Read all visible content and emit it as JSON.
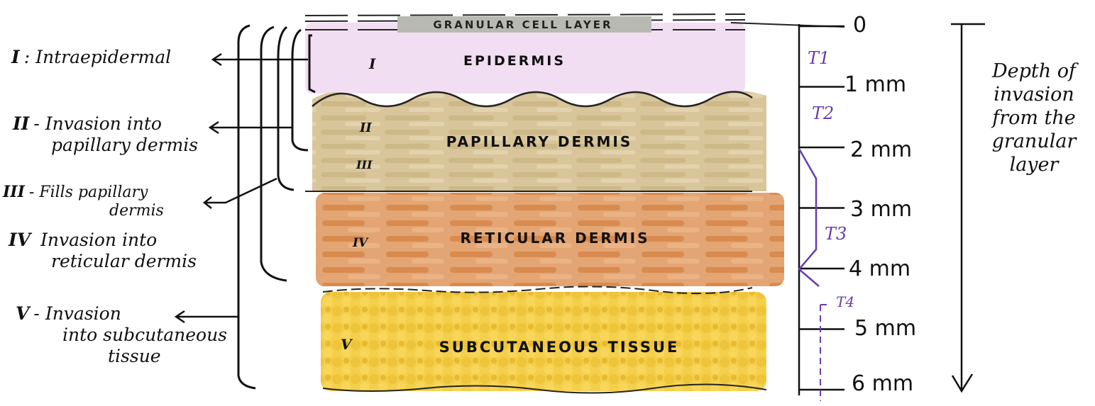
{
  "layers": {
    "granular": "GRANULAR CELL LAYER",
    "epidermis": "EPIDERMIS",
    "papillary": "PAPILLARY DERMIS",
    "reticular": "RETICULAR DERMIS",
    "subcutaneous": "SUBCUTANEOUS TISSUE"
  },
  "layer_marks": {
    "i": "I",
    "ii": "II",
    "iii": "III",
    "iv": "IV",
    "v": "V"
  },
  "levels": [
    {
      "numeral": "I",
      "sep": ":",
      "lines": [
        "Intraepidermal"
      ]
    },
    {
      "numeral": "II",
      "sep": "-",
      "lines": [
        "Invasion into",
        "papillary dermis"
      ]
    },
    {
      "numeral": "III",
      "sep": "-",
      "lines": [
        "Fills papillary",
        "dermis"
      ]
    },
    {
      "numeral": "IV",
      "sep": "",
      "lines": [
        "Invasion into",
        "reticular dermis"
      ]
    },
    {
      "numeral": "V",
      "sep": "-",
      "lines": [
        "Invasion",
        "into subcutaneous",
        "tissue"
      ]
    }
  ],
  "depth_ticks": [
    "0",
    "1 mm",
    "2 mm",
    "3 mm",
    "4 mm",
    "5 mm",
    "6 mm"
  ],
  "t_stages": [
    "T1",
    "T2",
    "T3",
    "T4"
  ],
  "side_label": [
    "Depth of",
    "invasion",
    "from the",
    "granular",
    "layer"
  ],
  "colors": {
    "epidermis": "#f2def2",
    "papillary": "#d8c59a",
    "reticular": "#e3a573",
    "subcutaneous": "#f4cf4c",
    "granular": "#b9b9b4",
    "t_stage": "#6a3bb0"
  }
}
